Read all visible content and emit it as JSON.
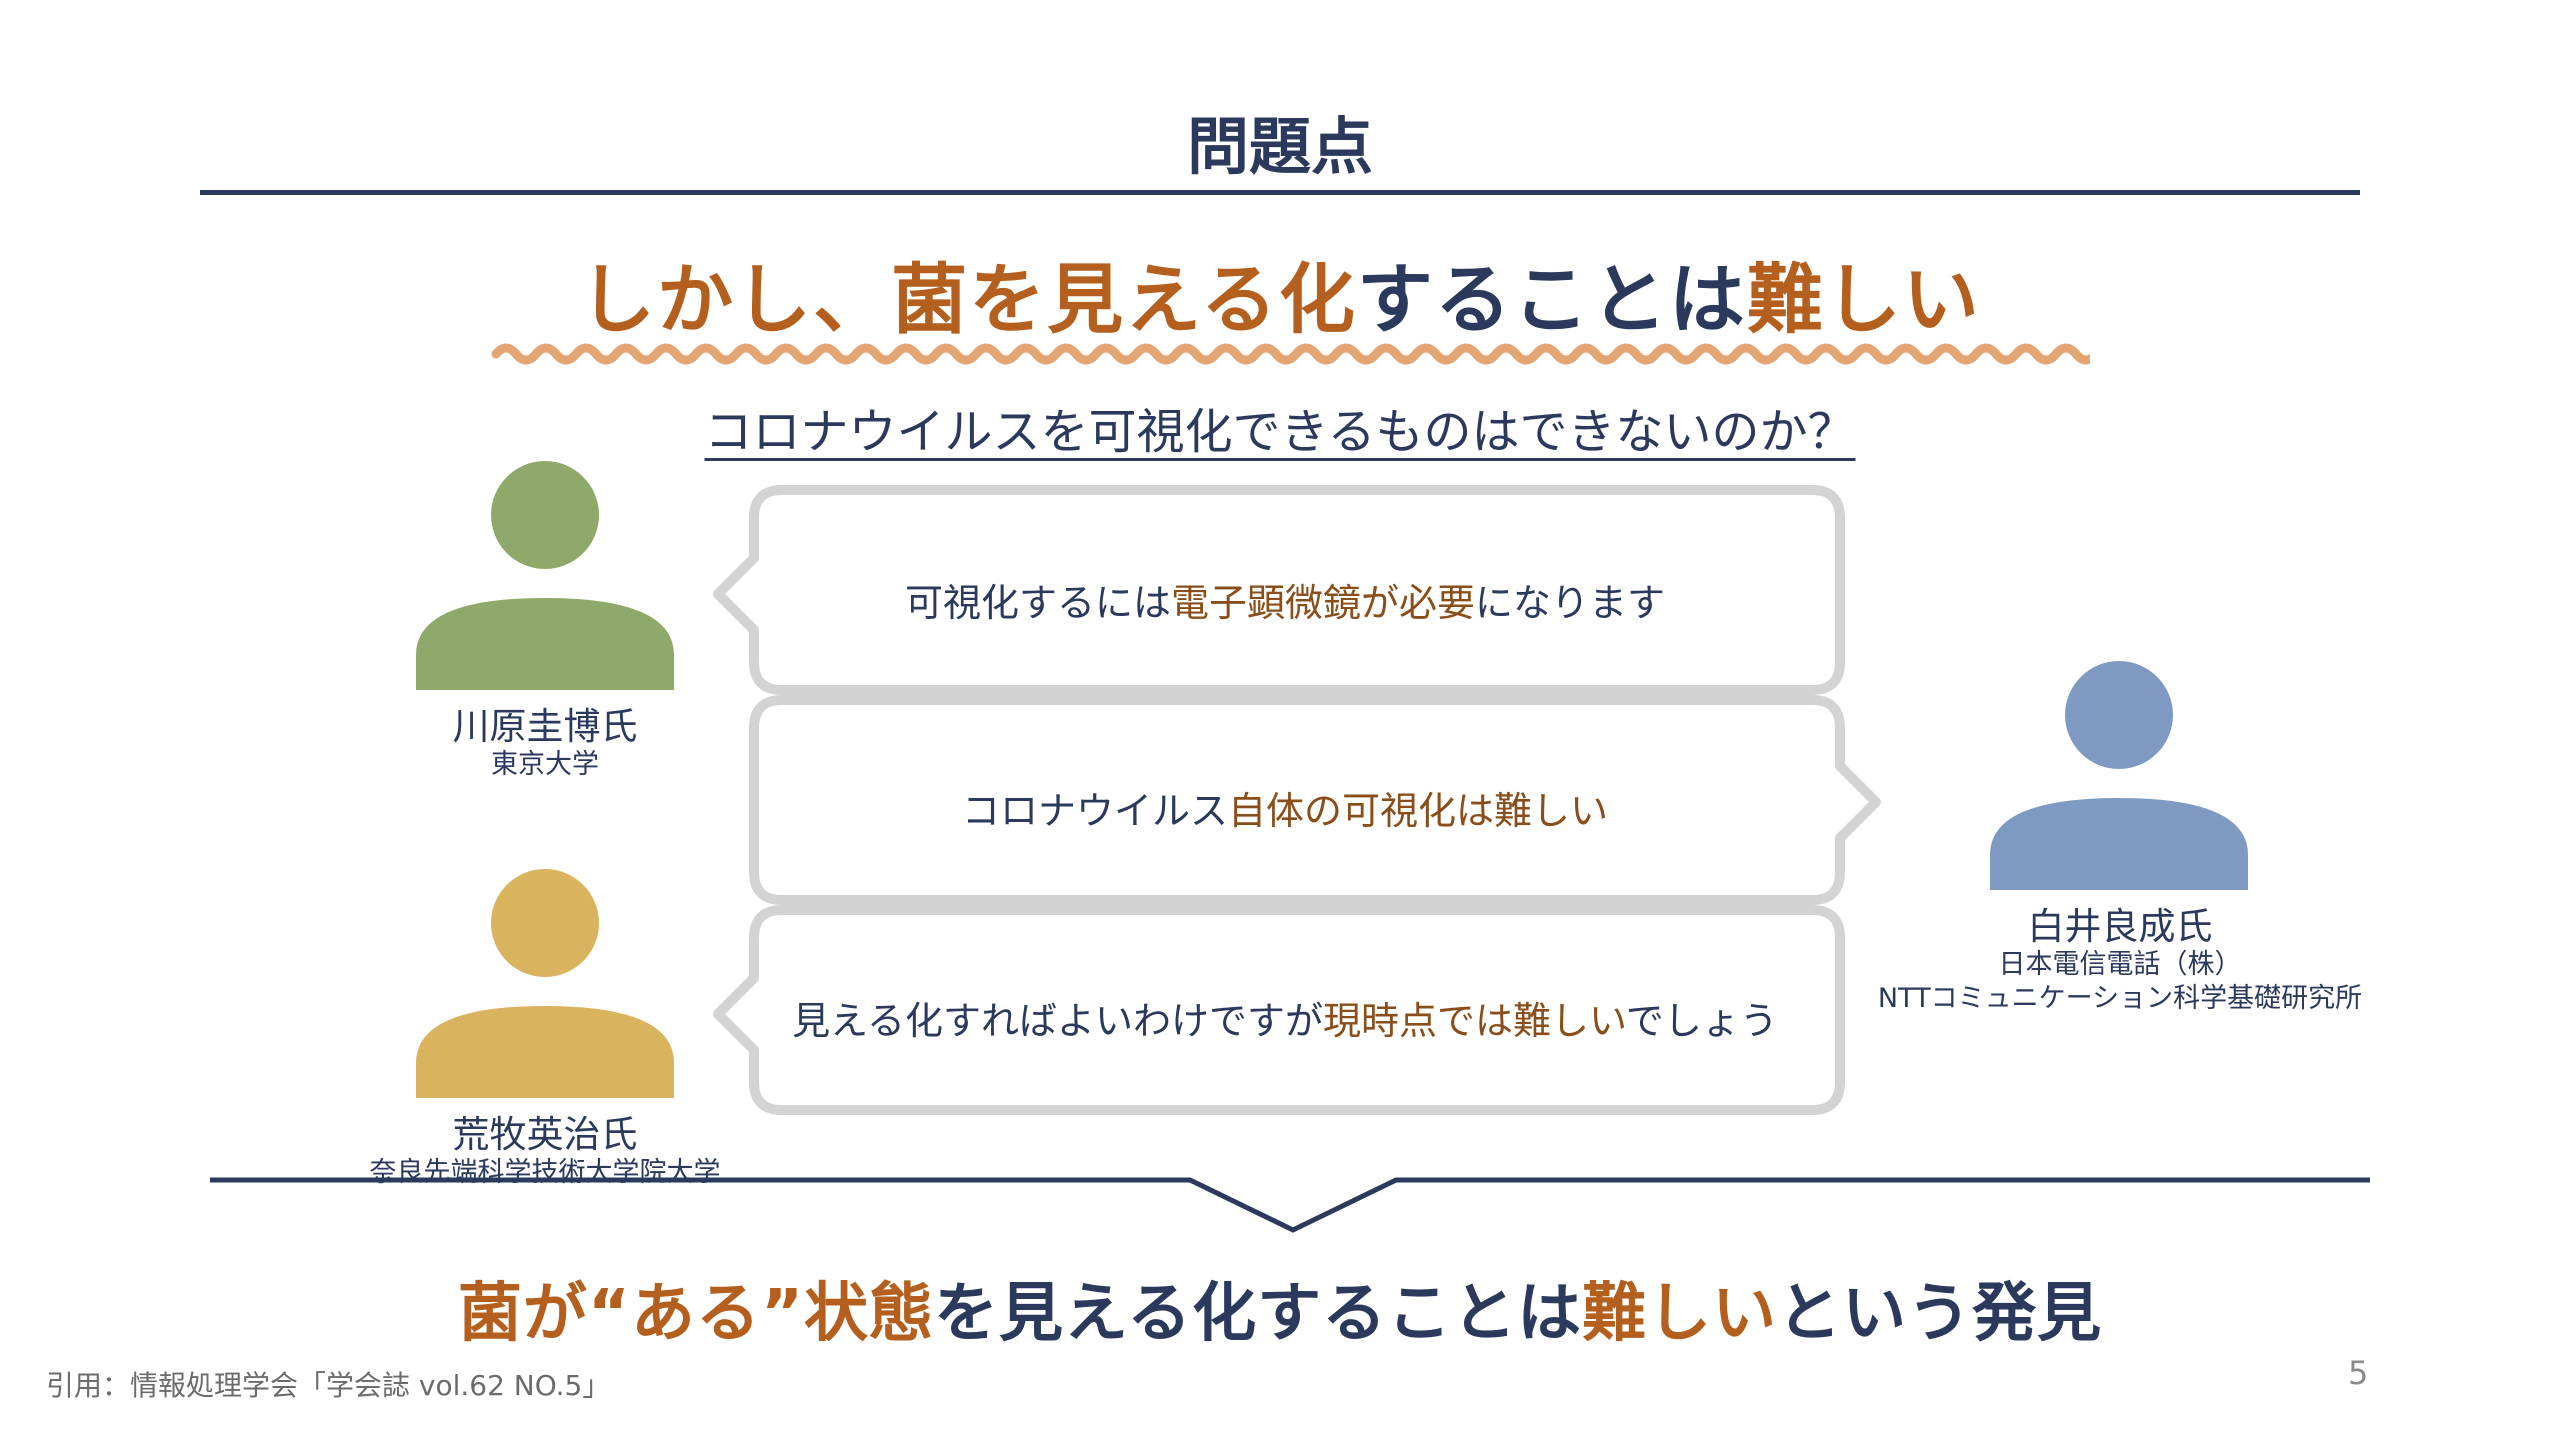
{
  "title": "問題点",
  "headline": {
    "part1": "しかし、",
    "part2": "菌を見える化",
    "part3": "することは",
    "part4": "難しい"
  },
  "question": "コロナウイルスを可視化できるものはできないのか？",
  "bubbles": [
    {
      "pre": "可視化するには",
      "hl": "電子顕微鏡が必要",
      "post": "になります"
    },
    {
      "pre": "コロナウイルス",
      "hl": "自体の可視化は難しい",
      "post": ""
    },
    {
      "pre": "見える化すればよいわけですが",
      "hl": "現時点では難しい",
      "post": "でしょう"
    }
  ],
  "people": [
    {
      "name": "川原圭博氏",
      "org": "東京大学",
      "color": "#8fa96b"
    },
    {
      "name": "荒牧英治氏",
      "org": "奈良先端科学技術大学院大学",
      "color": "#d9b35e"
    },
    {
      "name": "白井良成氏",
      "org1": "日本電信電話（株）",
      "org2": "NTTコミュニケーション科学基礎研究所",
      "color": "#7f9ac2"
    }
  ],
  "conclusion": {
    "part1": "菌が“ある”状態",
    "part2": "を見える化することは",
    "part3": "難しい",
    "part4": "という発見"
  },
  "citation": "引用：情報処理学会「学会誌 vol.62 NO.5」",
  "page_number": "5",
  "colors": {
    "navy": "#2b3a5c",
    "orange": "#b45f1e",
    "wave": "#e3a673",
    "bubble_border": "#d3d3d3"
  }
}
